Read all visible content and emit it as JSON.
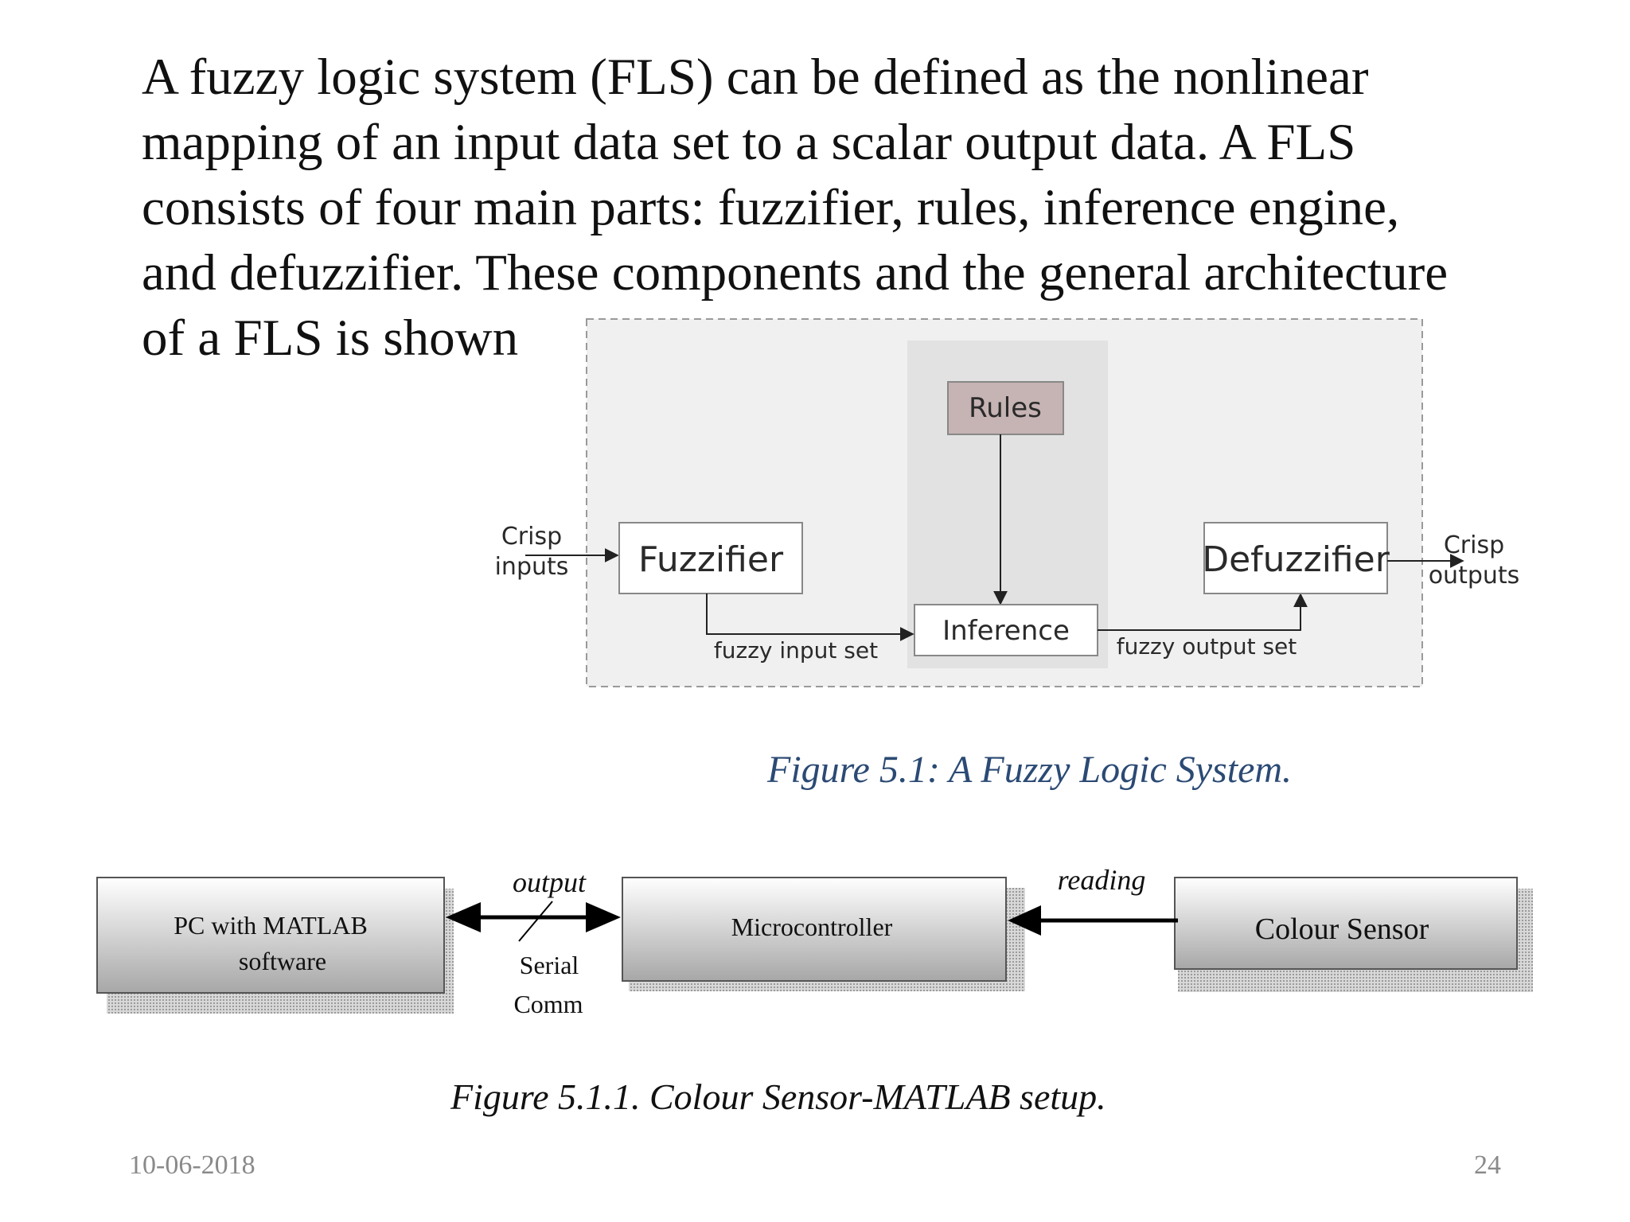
{
  "paragraph": {
    "lines": [
      "A fuzzy logic system (FLS) can be defined as the nonlinear",
      "mapping of an input data set to a scalar output data. A FLS",
      "consists of four main parts: fuzzifier, rules, inference engine,",
      "and defuzzifier. These components and the general architecture",
      "of a FLS is shown"
    ]
  },
  "fls_diagram": {
    "input_label_1": "Crisp",
    "input_label_2": "inputs",
    "fuzzifier": "Fuzzifier",
    "rules": "Rules",
    "inference": "Inference",
    "defuzzifier": "Defuzzifier",
    "output_label_1": "Crisp",
    "output_label_2": "outputs",
    "fuzzy_input_set": "fuzzy input set",
    "fuzzy_output_set": "fuzzy output set",
    "colors": {
      "rules_fill": "#c6b3b3",
      "inference_column": "#e2e2e2",
      "panel_fill": "#f0f0f0"
    }
  },
  "figure1_caption": "Figure 5.1: A Fuzzy Logic System.",
  "setup_diagram": {
    "pc_line1": "PC with MATLAB",
    "pc_line2": "software",
    "output_label": "output",
    "serial_line1": "Serial",
    "serial_line2": "Comm",
    "microcontroller": "Microcontroller",
    "reading_label": "reading",
    "colour_sensor": "Colour Sensor"
  },
  "figure2_caption": "Figure 5.1.1. Colour Sensor-MATLAB setup.",
  "footer": {
    "date": "10-06-2018",
    "page": "24"
  },
  "colors": {
    "caption1": "#2b4a74",
    "text": "#111111",
    "footer": "#8a8a8a"
  }
}
